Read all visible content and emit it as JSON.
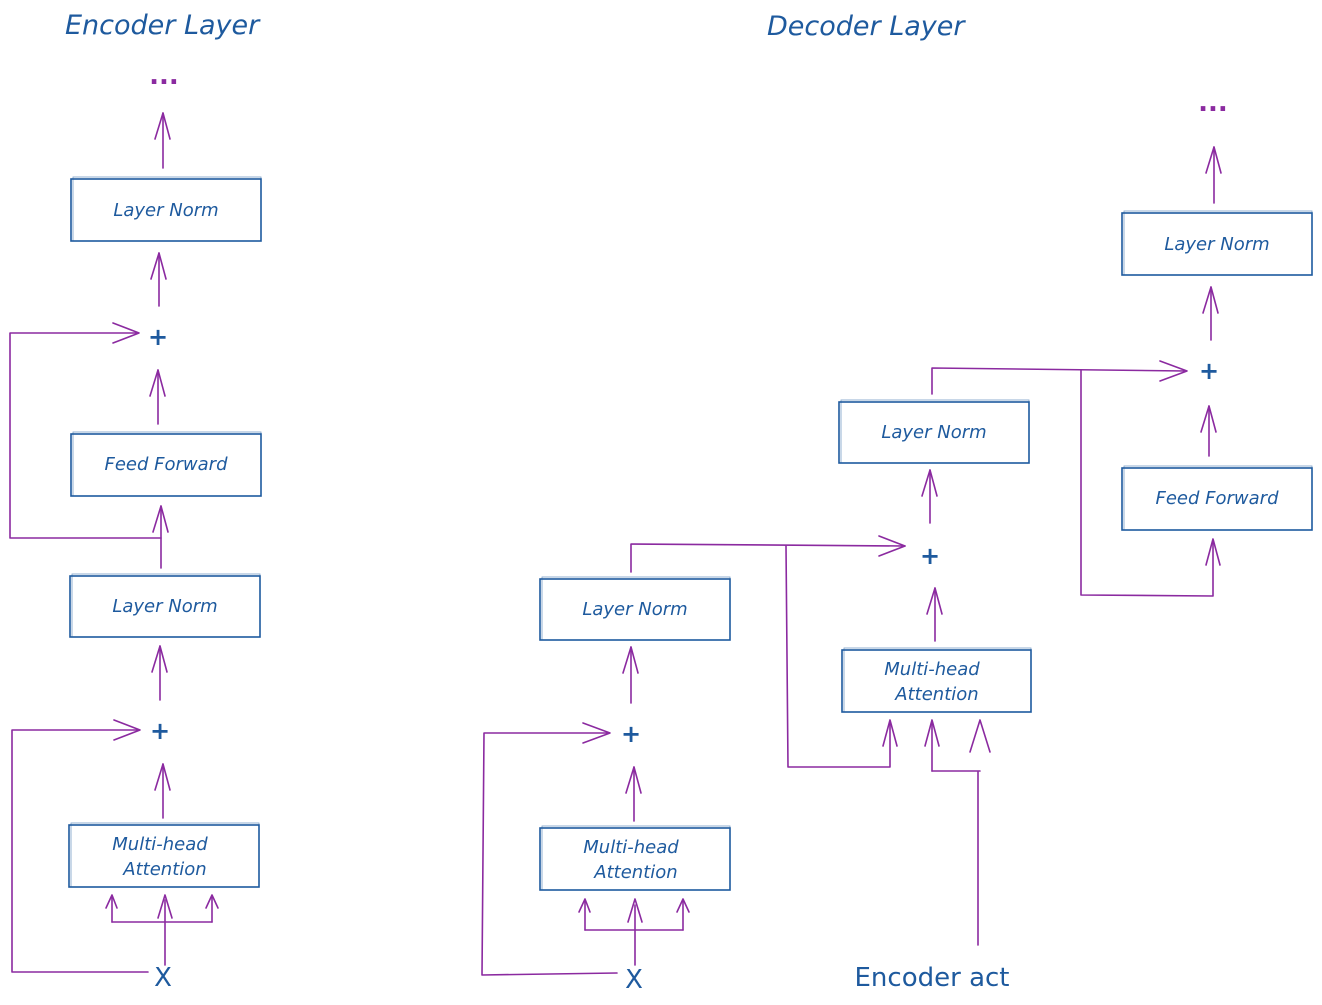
{
  "encoder": {
    "title": "Encoder Layer",
    "input": "X",
    "attention_lines": [
      "Multi-head",
      "Attention"
    ],
    "norm1": "Layer Norm",
    "feed_forward": "Feed Forward",
    "norm2": "Layer Norm",
    "add1": "+",
    "add2": "+",
    "continuation": "..."
  },
  "decoder": {
    "title": "Decoder Layer",
    "input": "X",
    "encoder_input": "Encoder act",
    "self_attention_lines": [
      "Multi-head",
      "Attention"
    ],
    "norm1": "Layer Norm",
    "cross_attention_lines": [
      "Multi-head",
      "Attention"
    ],
    "norm2": "Layer Norm",
    "feed_forward": "Feed Forward",
    "norm3": "Layer Norm",
    "add1": "+",
    "add2": "+",
    "add3": "+",
    "continuation": "..."
  },
  "colors": {
    "text": "#1e5a9e",
    "box_stroke": "#1e5a9e",
    "arrow": "#8b2aa0"
  }
}
